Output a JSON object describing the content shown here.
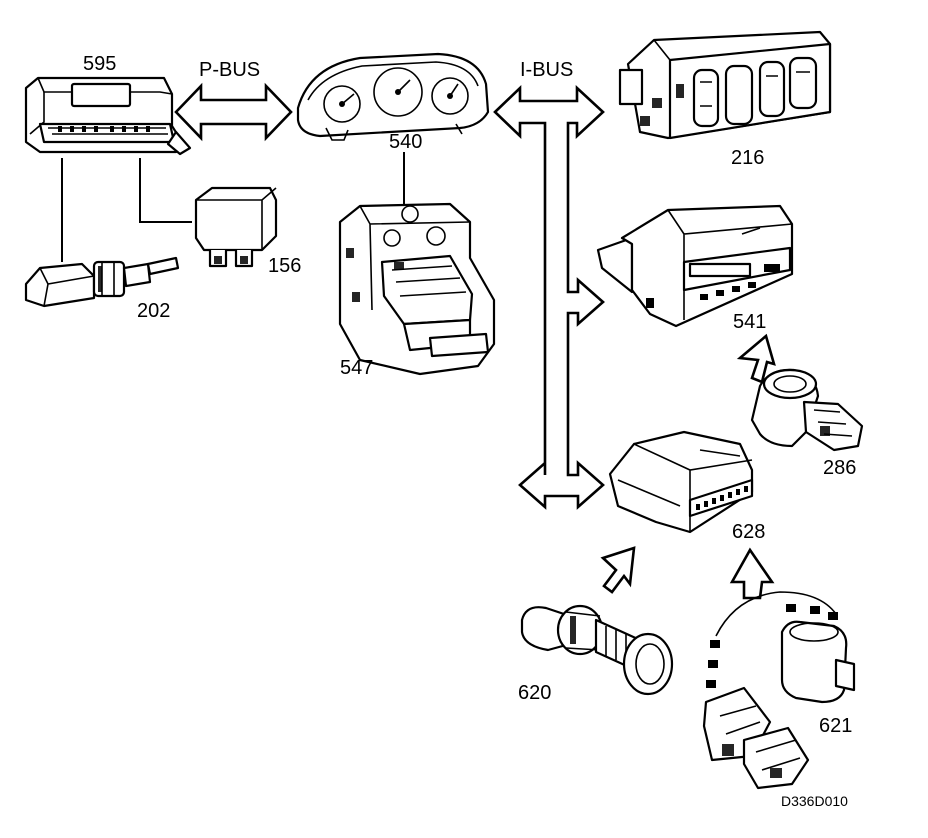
{
  "bus_labels": {
    "p_bus": "P-BUS",
    "i_bus": "I-BUS"
  },
  "components": {
    "c595": "595",
    "c540": "540",
    "c216": "216",
    "c156": "156",
    "c202": "202",
    "c547": "547",
    "c541": "541",
    "c286": "286",
    "c628": "628",
    "c620": "620",
    "c621": "621"
  },
  "figure_code": "D336D010"
}
